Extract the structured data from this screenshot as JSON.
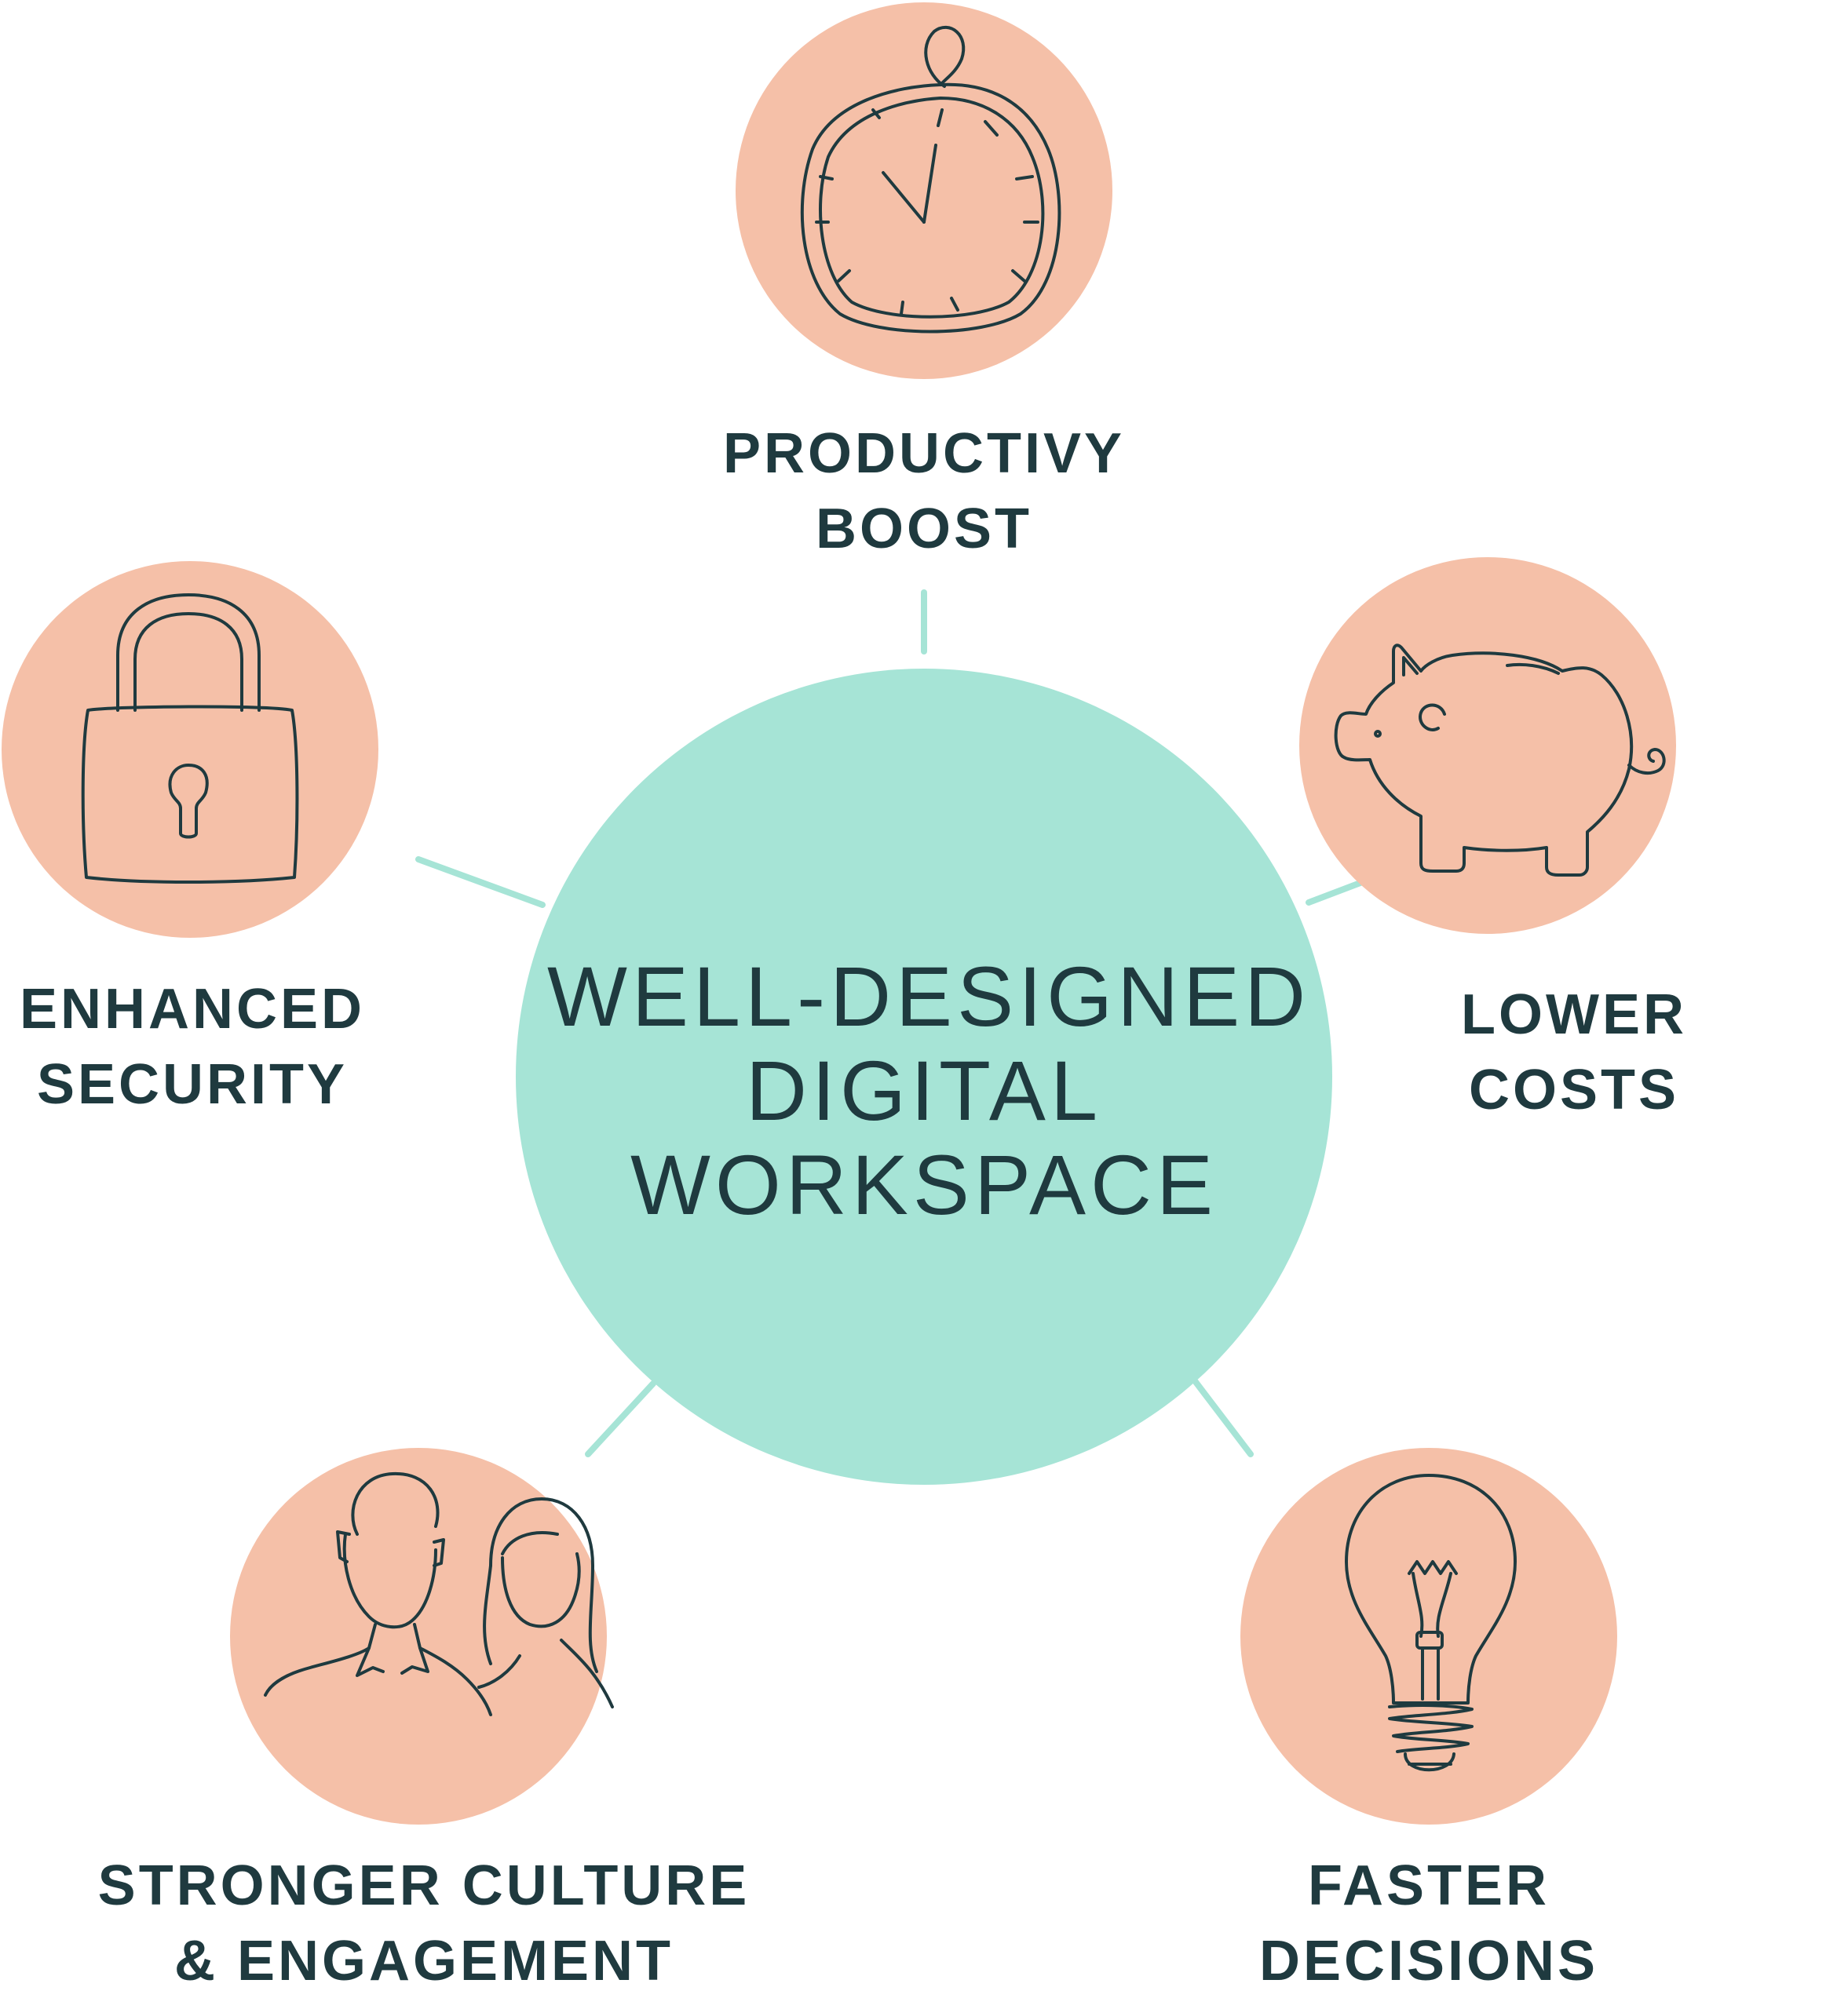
{
  "center": {
    "lines": [
      "WELL-DESIGNED",
      "DIGITAL",
      "WORKSPACE"
    ]
  },
  "nodes": {
    "productivity": {
      "lines": [
        "PRODUCTIVY",
        "BOOST"
      ],
      "icon": "stopwatch-icon"
    },
    "costs": {
      "lines": [
        "LOWER",
        "COSTS"
      ],
      "icon": "piggy-bank-icon"
    },
    "decisions": {
      "lines": [
        "FASTER",
        "DECISIONS"
      ],
      "icon": "lightbulb-icon"
    },
    "culture": {
      "lines": [
        "STRONGER CULTURE",
        "& ENGAGEMENT"
      ],
      "icon": "people-icon"
    },
    "security": {
      "lines": [
        "ENHANCED",
        "SECURITY"
      ],
      "icon": "padlock-icon"
    }
  },
  "colors": {
    "center_fill": "#a6e4d6",
    "node_fill": "#f5c0a8",
    "text": "#1f3a3f",
    "connector": "#a6e4d6"
  }
}
